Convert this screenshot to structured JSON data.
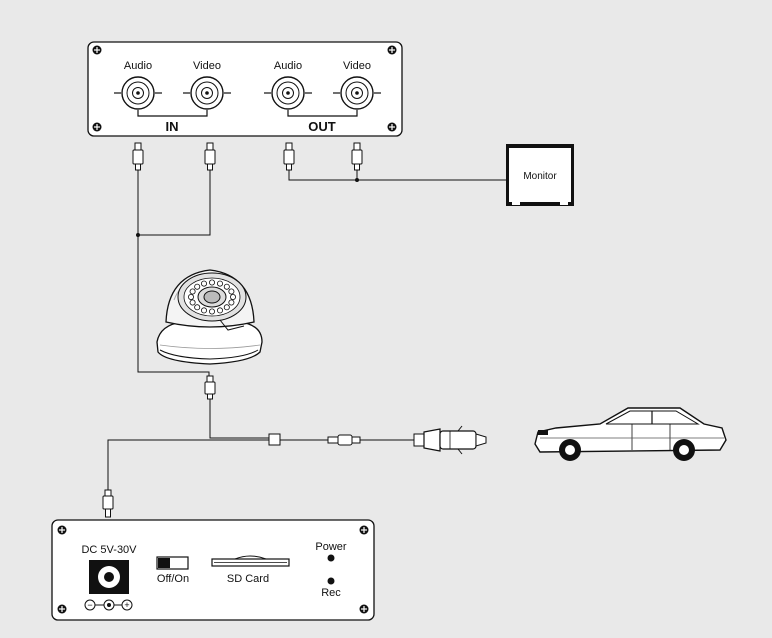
{
  "top_panel": {
    "in_audio": "Audio",
    "in_video": "Video",
    "out_audio": "Audio",
    "out_video": "Video",
    "in_label": "IN",
    "out_label": "OUT"
  },
  "monitor": {
    "label": "Monitor"
  },
  "bottom_panel": {
    "dc_label": "DC 5V-30V",
    "switch_label": "Off/On",
    "sd_label": "SD Card",
    "power_label": "Power",
    "rec_label": "Rec",
    "polarity_minus": "−",
    "polarity_plus": "+"
  },
  "icons": [
    "screw-icon",
    "bnc-connector-icon",
    "rca-plug-icon",
    "dome-camera-icon",
    "car-icon",
    "cigarette-plug-icon",
    "dc-jack-icon",
    "led-icon",
    "switch-icon",
    "sd-slot-icon"
  ]
}
